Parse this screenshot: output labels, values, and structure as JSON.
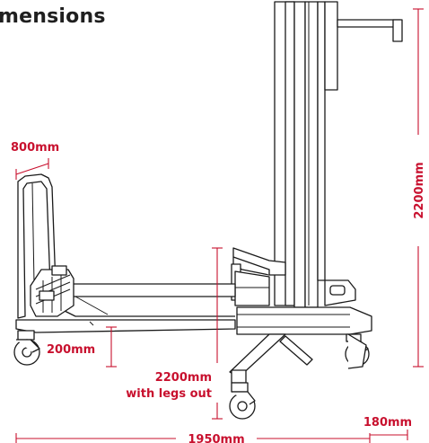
{
  "title": "mensions",
  "dimensions": {
    "width_800": "800mm",
    "height_2200": "2200mm",
    "base_200": "200mm",
    "legs_line1": "2200mm",
    "legs_line2": "with legs out",
    "length_1950": "1950mm",
    "offset_180": "180mm"
  },
  "colors": {
    "dimension": "#c8102e",
    "outline": "#1a1a1a"
  }
}
